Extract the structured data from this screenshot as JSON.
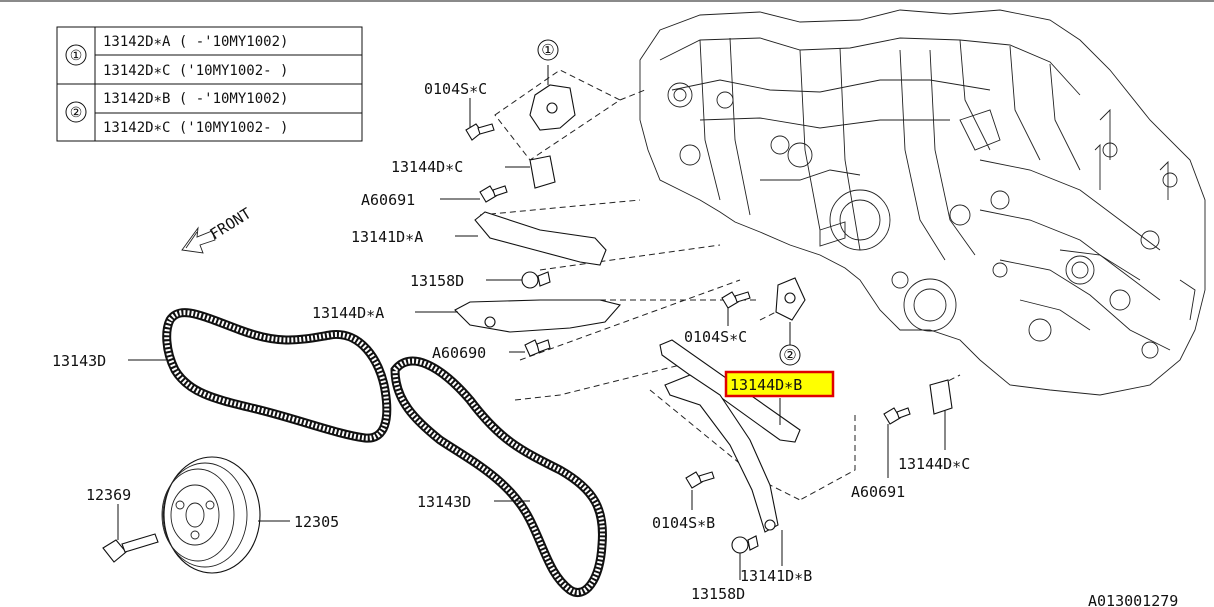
{
  "applicability_table": {
    "groups": [
      {
        "marker": "①",
        "rows": [
          "13142D∗A ( -'10MY1002)",
          "13142D∗C ('10MY1002- )"
        ]
      },
      {
        "marker": "②",
        "rows": [
          "13142D∗B ( -'10MY1002)",
          "13142D∗C ('10MY1002- )"
        ]
      }
    ]
  },
  "front_indicator": "FRONT",
  "callouts": {
    "m1": "①",
    "m2": "②",
    "bolt_top": "0104S∗C",
    "tensioner_top": "13144D∗C",
    "bolt_a60691_top": "A60691",
    "guide_a": "13141D∗A",
    "nut_top": "13158D",
    "tensioner_a": "13144D∗A",
    "bolt_a60690": "A60690",
    "belt_left": "13143D",
    "bolt_mid": "0104S∗C",
    "tensioner_b": "13144D∗B",
    "tensioner_c_right": "13144D∗C",
    "bolt_a60691_right": "A60691",
    "bolt_12369": "12369",
    "pulley": "12305",
    "belt_center": "13143D",
    "bolt_lower": "0104S∗B",
    "guide_b": "13141D∗B",
    "nut_lower": "13158D",
    "drawing_id": "A013001279"
  },
  "highlight": {
    "target": "13144D∗B",
    "fill": "#ffff00",
    "border": "#e00000"
  }
}
